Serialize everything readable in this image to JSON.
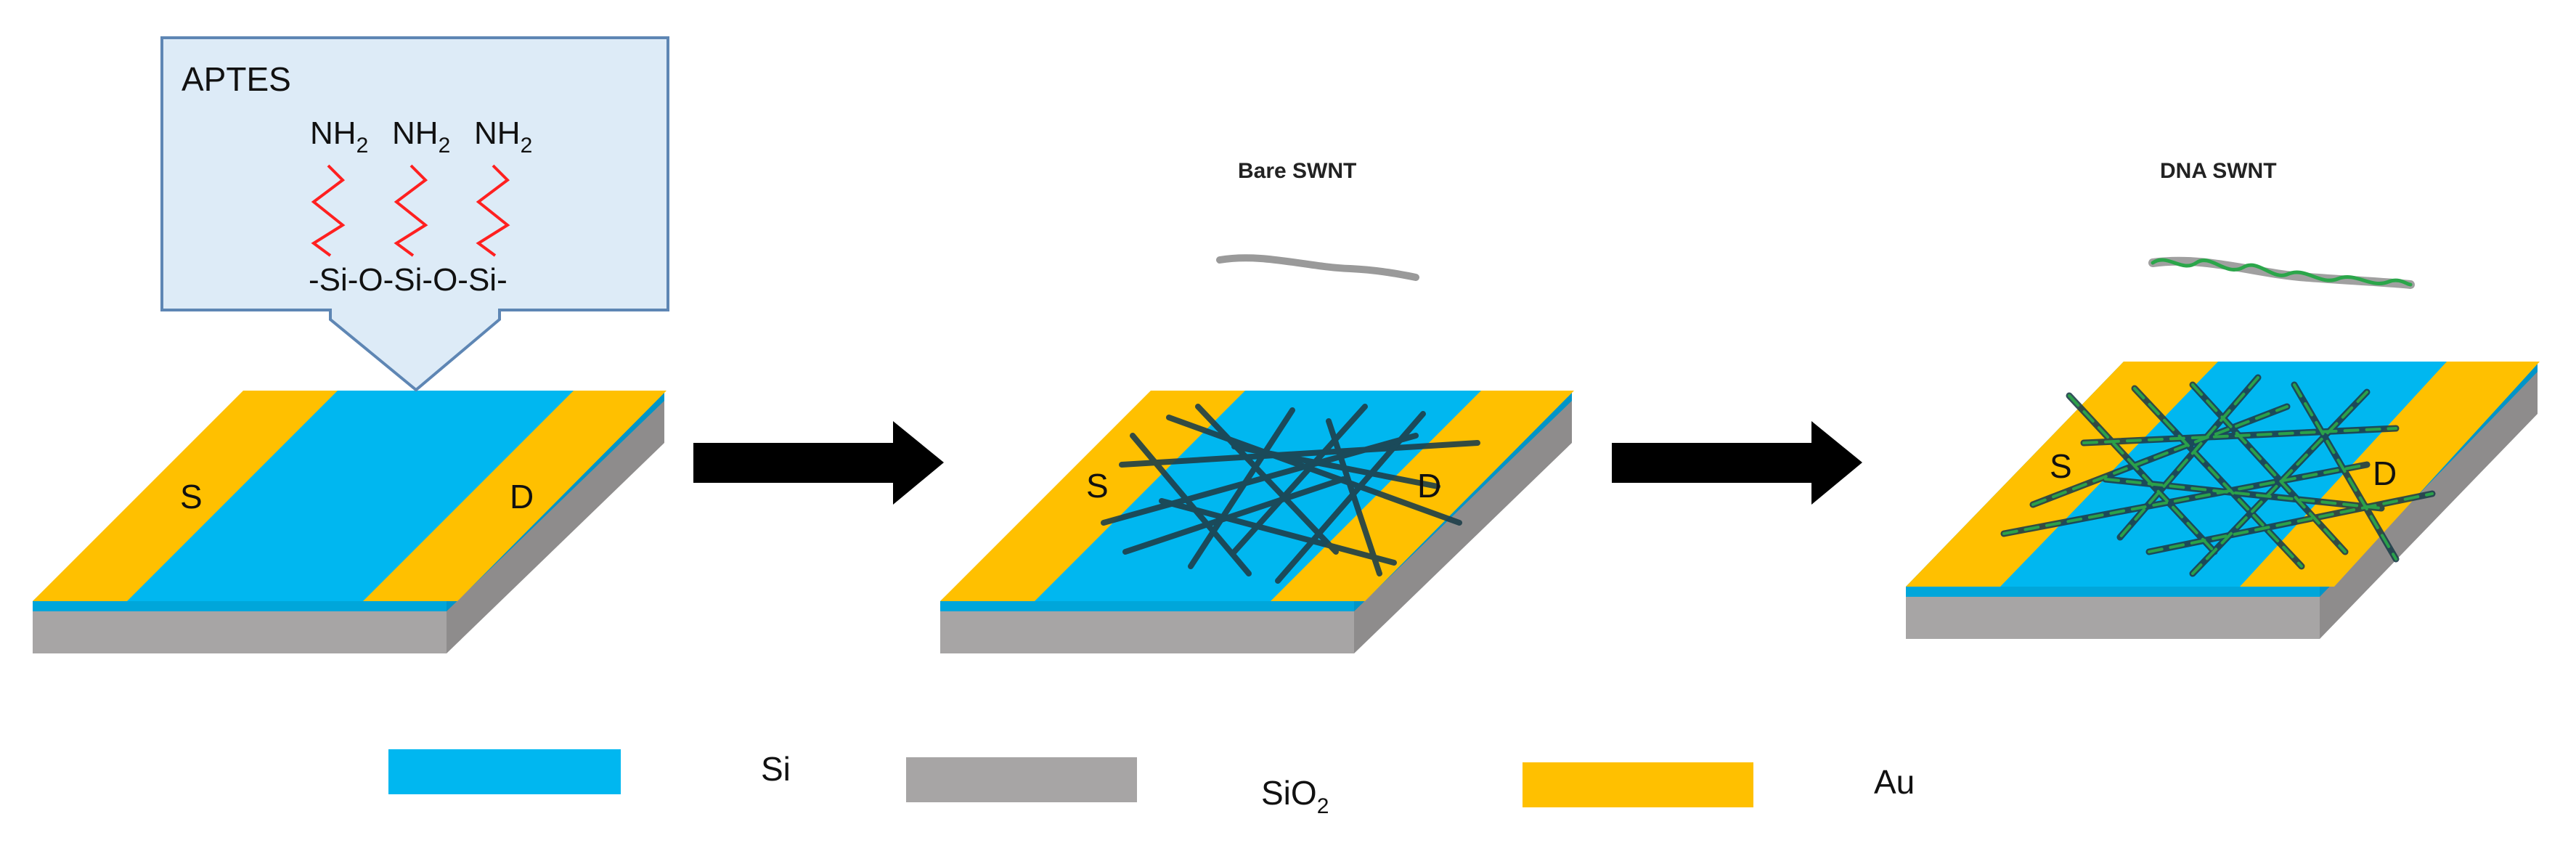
{
  "colors": {
    "si": "#00B7F0",
    "sio2": "#A7A5A5",
    "au": "#FFC000",
    "box_fill": "#DDEBF7",
    "box_stroke": "#5E86B4",
    "chain": "#FF2020",
    "arrow": "#000000",
    "tube": "#1E3F4A",
    "dna": "#2BA64A"
  },
  "aptes_box": {
    "title": "APTES",
    "groups": [
      "NH",
      "NH",
      "NH"
    ],
    "group_subscript": "2",
    "backbone": "-Si-O-Si-O-Si-"
  },
  "devices": [
    {
      "source_label": "S",
      "drain_label": "D"
    },
    {
      "source_label": "S",
      "drain_label": "D",
      "inset_label": "Bare SWNT"
    },
    {
      "source_label": "S",
      "drain_label": "D",
      "inset_label": "DNA SWNT"
    }
  ],
  "legend": [
    {
      "label": "Si",
      "subscript": "",
      "color_key": "si"
    },
    {
      "label": "SiO",
      "subscript": "2",
      "color_key": "sio2"
    },
    {
      "label": "Au",
      "subscript": "",
      "color_key": "au"
    }
  ]
}
